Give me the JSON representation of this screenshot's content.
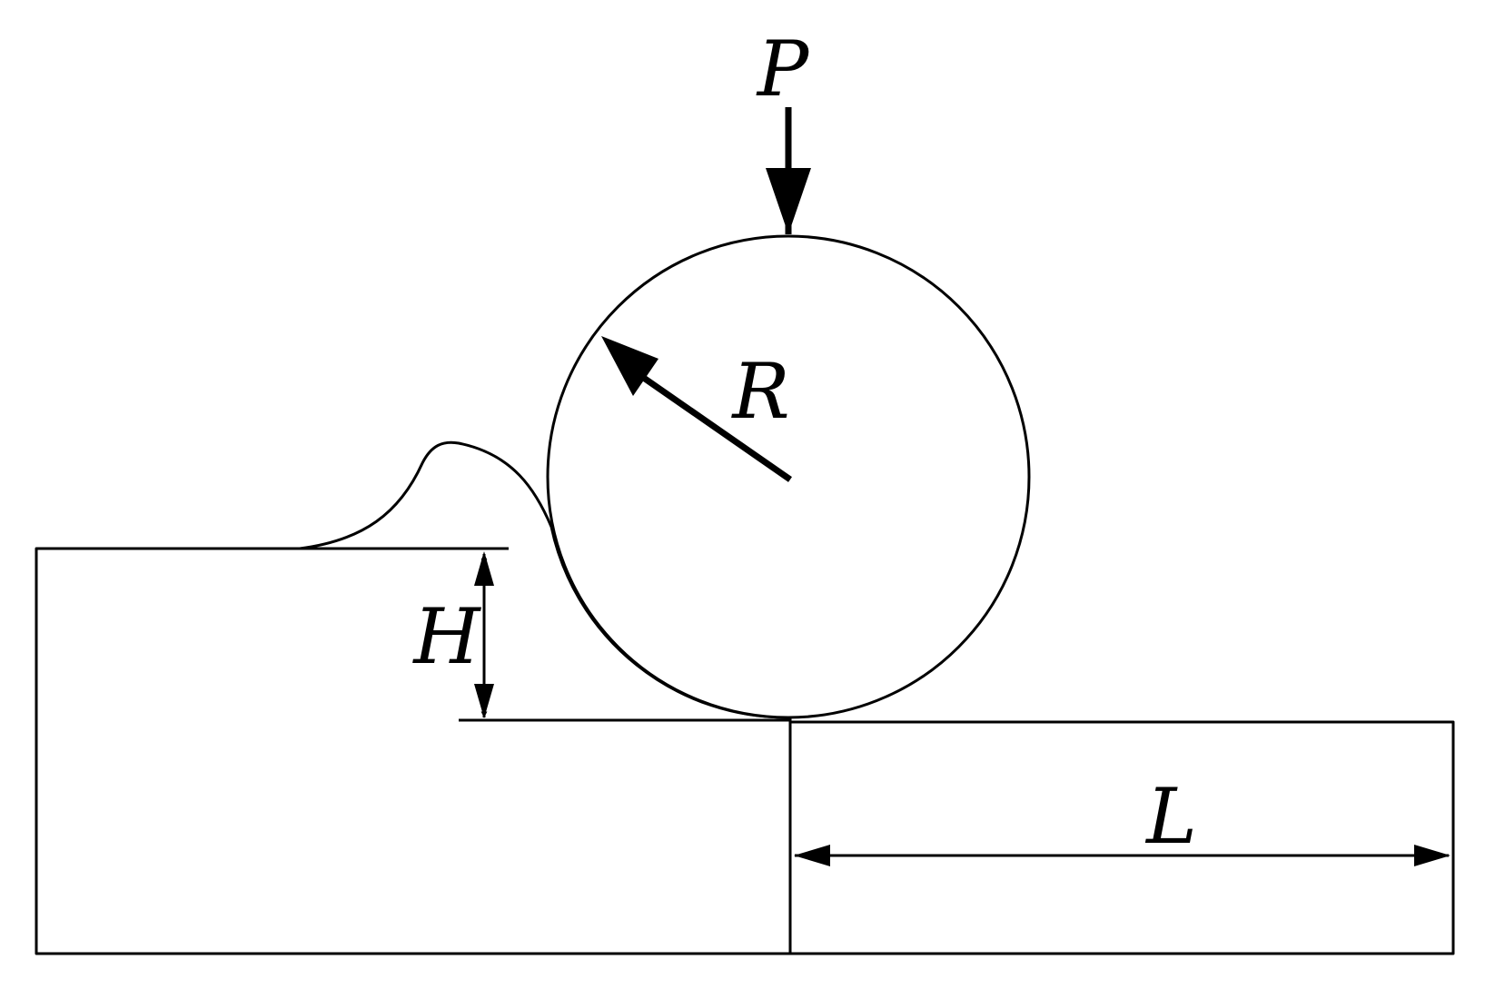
{
  "labels": {
    "load": "P",
    "radius": "R",
    "height": "H",
    "length": "L"
  },
  "colors": {
    "hatch": "#4f7bb5",
    "outline": "#000000",
    "background": "#ffffff"
  }
}
